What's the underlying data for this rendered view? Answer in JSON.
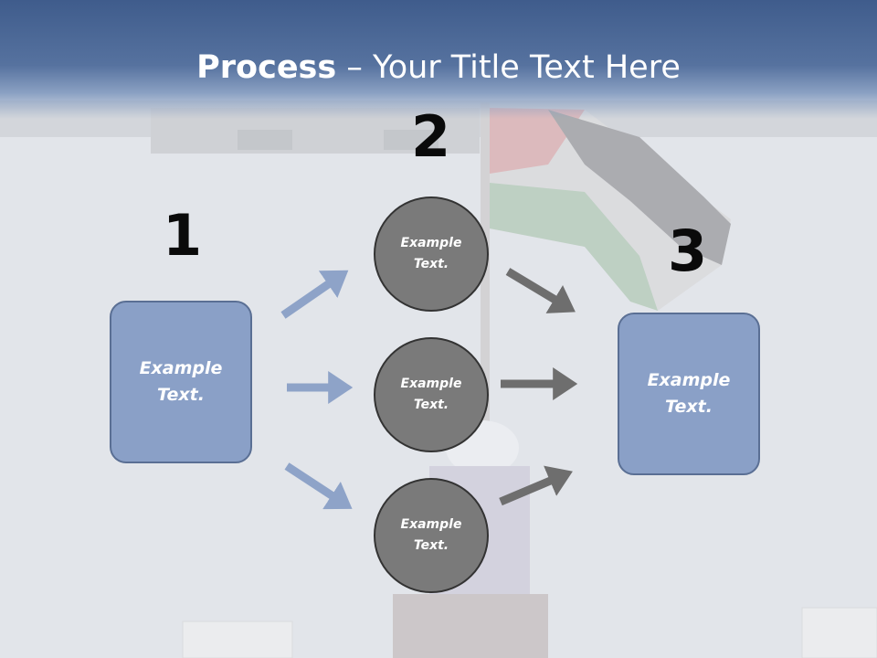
{
  "title": {
    "bold": "Process",
    "rest": " – Your Title Text Here"
  },
  "steps": {
    "one": "1",
    "two": "2",
    "three": "3"
  },
  "box_left": "Example\nText.",
  "box_right": "Example\nText.",
  "circles": [
    "Example\nText.",
    "Example\nText.",
    "Example\nText."
  ],
  "colors": {
    "header": "#3f5c8c",
    "box_fill": "#8aa0c7",
    "circle_fill": "#7a7a7a",
    "arrow_blue": "#8ea3c8",
    "arrow_gray": "#6e6e6e"
  }
}
